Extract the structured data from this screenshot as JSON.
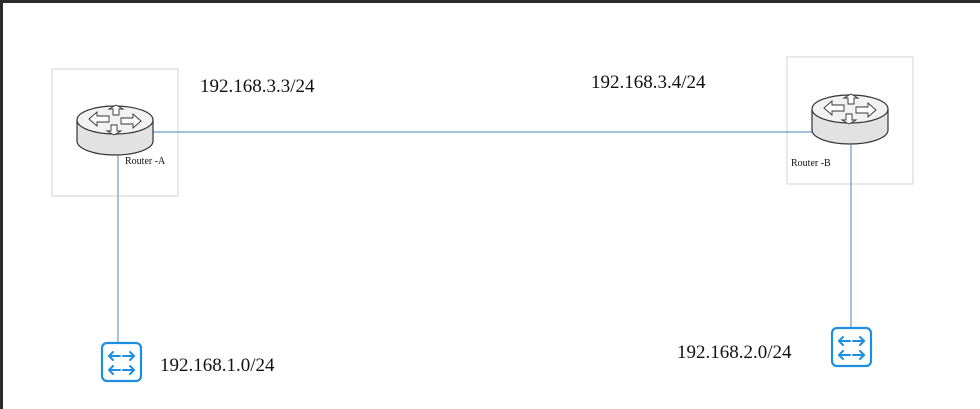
{
  "colors": {
    "background": "#ffffff",
    "link": "#6f9ac3",
    "box_border": "#d3d3d3",
    "router_fill": "#ececec",
    "router_stroke": "#333333",
    "switch_blue": "#1e8fe0"
  },
  "routers": [
    {
      "id": "router-a",
      "label": "Router -A",
      "icon": "router-icon"
    },
    {
      "id": "router-b",
      "label": "Router -B",
      "icon": "router-icon"
    }
  ],
  "switches": [
    {
      "id": "switch-a",
      "icon": "switch-icon"
    },
    {
      "id": "switch-b",
      "icon": "switch-icon"
    }
  ],
  "addresses": {
    "router_a_link_ip": "192.168.3.3/24",
    "router_b_link_ip": "192.168.3.4/24",
    "lan_a": "192.168.1.0/24",
    "lan_b": "192.168.2.0/24"
  }
}
